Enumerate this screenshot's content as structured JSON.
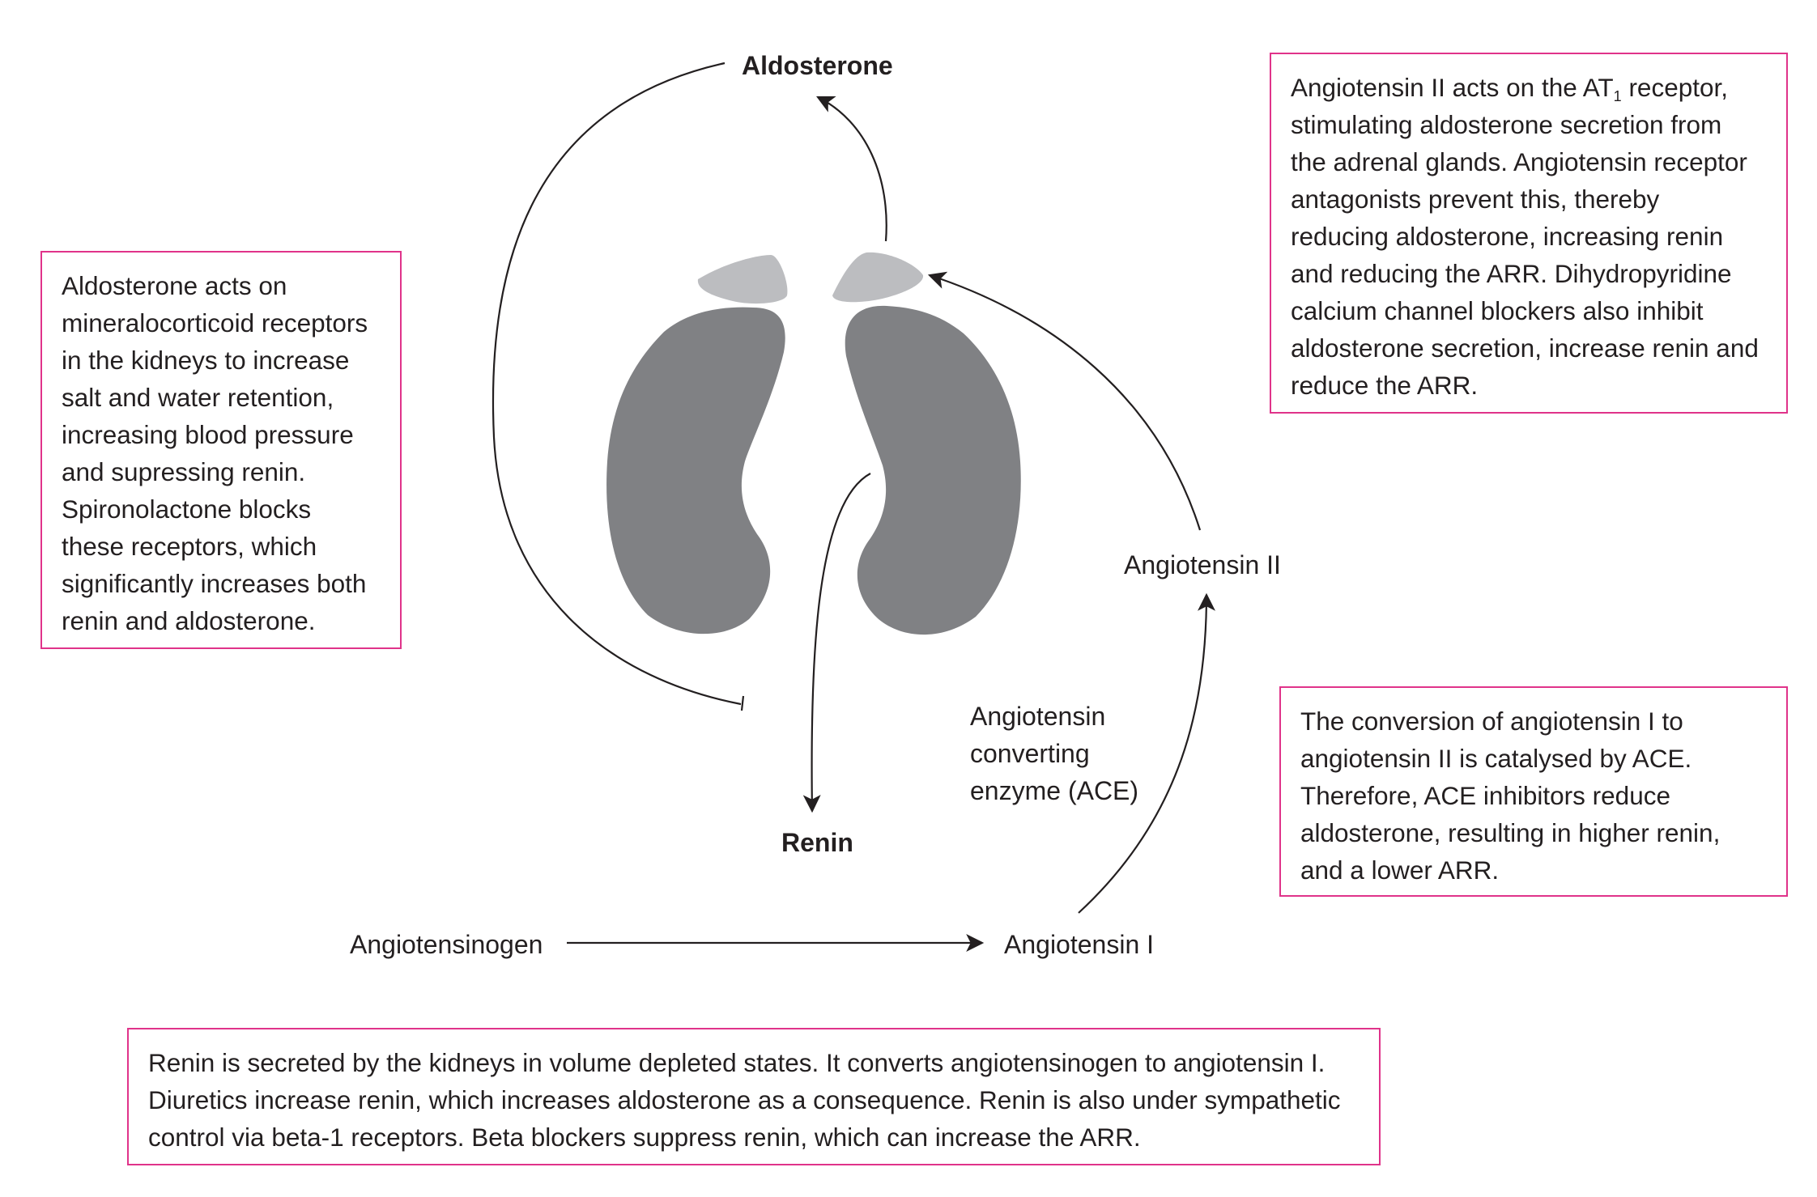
{
  "labels": {
    "aldosterone": "Aldosterone",
    "renin": "Renin",
    "angiotensinogen": "Angiotensinogen",
    "angiotensin_i": "Angiotensin I",
    "angiotensin_ii": "Angiotensin II",
    "ace_lines": [
      "Angiotensin",
      "converting",
      "enzyme (ACE)"
    ]
  },
  "boxes": {
    "aldosterone_action": {
      "lines": [
        "Aldosterone acts on",
        "mineralocorticoid receptors",
        "in the kidneys to increase",
        "salt and water retention,",
        "increasing blood pressure",
        "and supressing renin.",
        "Spironolactone blocks",
        "these receptors, which",
        "significantly increases both",
        "renin and aldosterone."
      ]
    },
    "angiotensin_ii_action": {
      "first_line_pre": "Angiotensin II acts on the AT",
      "first_line_sub": "1",
      "first_line_post": " receptor,",
      "lines": [
        "stimulating aldosterone secretion from",
        "the adrenal glands. Angiotensin receptor",
        "antagonists prevent this, thereby",
        "reducing aldosterone, increasing renin",
        "and reducing the ARR. Dihydropyridine",
        "calcium channel blockers also inhibit",
        "aldosterone secretion, increase renin and",
        "reduce the ARR."
      ]
    },
    "ace_conversion": {
      "lines": [
        "The conversion of angiotensin I to",
        "angiotensin II is catalysed by ACE.",
        "Therefore, ACE inhibitors reduce",
        "aldosterone, resulting in higher renin,",
        "and a lower ARR."
      ]
    },
    "renin_secretion": {
      "lines": [
        "Renin is secreted by the kidneys in volume depleted states. It converts angiotensinogen to angiotensin I.",
        "Diuretics increase renin, which increases aldosterone as a consequence. Renin is also under sympathetic",
        "control via beta-1 receptors. Beta blockers suppress renin, which can increase the ARR."
      ]
    }
  },
  "colors": {
    "box_border": "#e0338a",
    "kidney": "#808184",
    "adrenal": "#bcbdc0",
    "text": "#231f20"
  }
}
